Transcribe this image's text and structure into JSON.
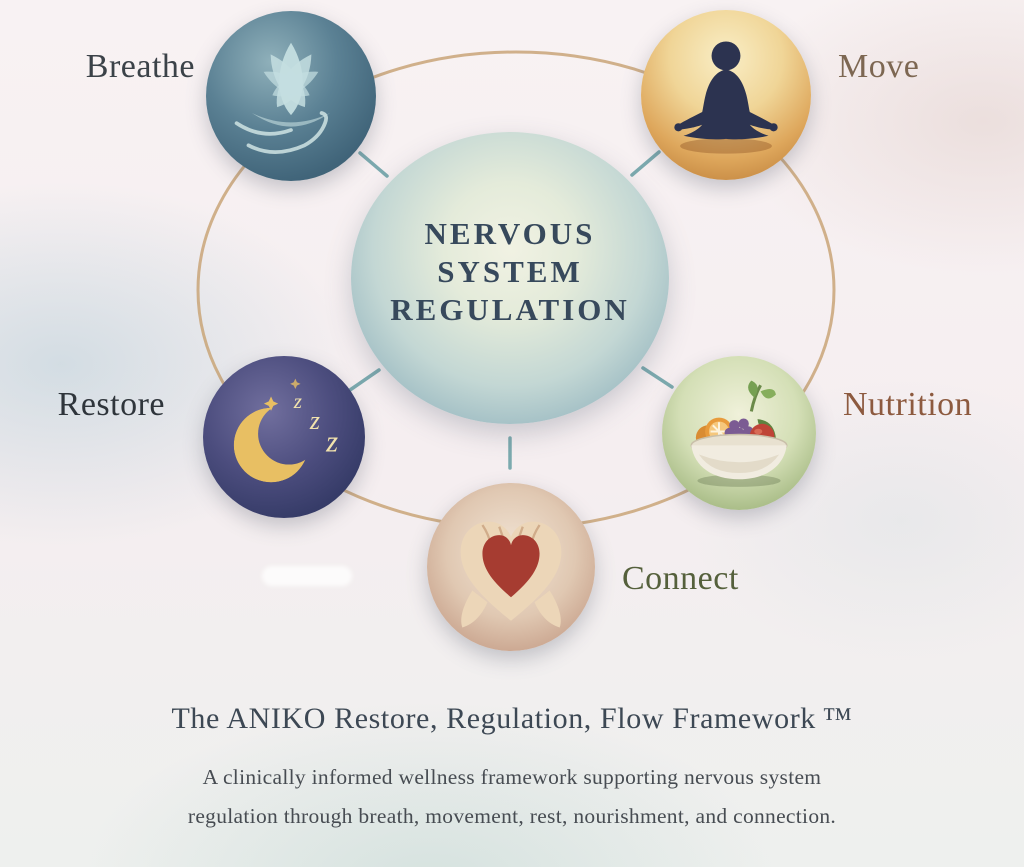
{
  "diagram": {
    "type": "hub-and-spoke wellness wheel",
    "center": {
      "line1": "NERVOUS",
      "line2": "SYSTEM",
      "line3": "REGULATION"
    },
    "nodes": {
      "breathe": {
        "label": "Breathe",
        "icon": "lotus-icon",
        "label_color": "#3b4248"
      },
      "move": {
        "label": "Move",
        "icon": "meditating-person-icon",
        "label_color": "#7d6752"
      },
      "nutrition": {
        "label": "Nutrition",
        "icon": "fruit-bowl-icon",
        "label_color": "#8d5a3f"
      },
      "connect": {
        "label": "Connect",
        "icon": "heart-hands-icon",
        "label_color": "#55603c"
      },
      "restore": {
        "label": "Restore",
        "icon": "crescent-moon-icon",
        "label_color": "#2f353b",
        "sleep_text": "z z z",
        "z": "z"
      }
    },
    "colors": {
      "ring": "#c9a578",
      "connector": "#6fa3a8",
      "breathe_circle": "#41657a",
      "move_circle": "#d9a050",
      "nutrition_circle": "#a7bb85",
      "connect_circle": "#c9a48e",
      "restore_circle": "#3c4070",
      "heart": "#a63c31",
      "moon": "#e8bf63"
    }
  },
  "footer": {
    "title": "The ANIKO Restore, Regulation, Flow Framework ™",
    "subtitle_line1": "A clinically informed wellness framework supporting nervous system",
    "subtitle_line2": "regulation through breath, movement, rest, nourishment, and connection."
  }
}
